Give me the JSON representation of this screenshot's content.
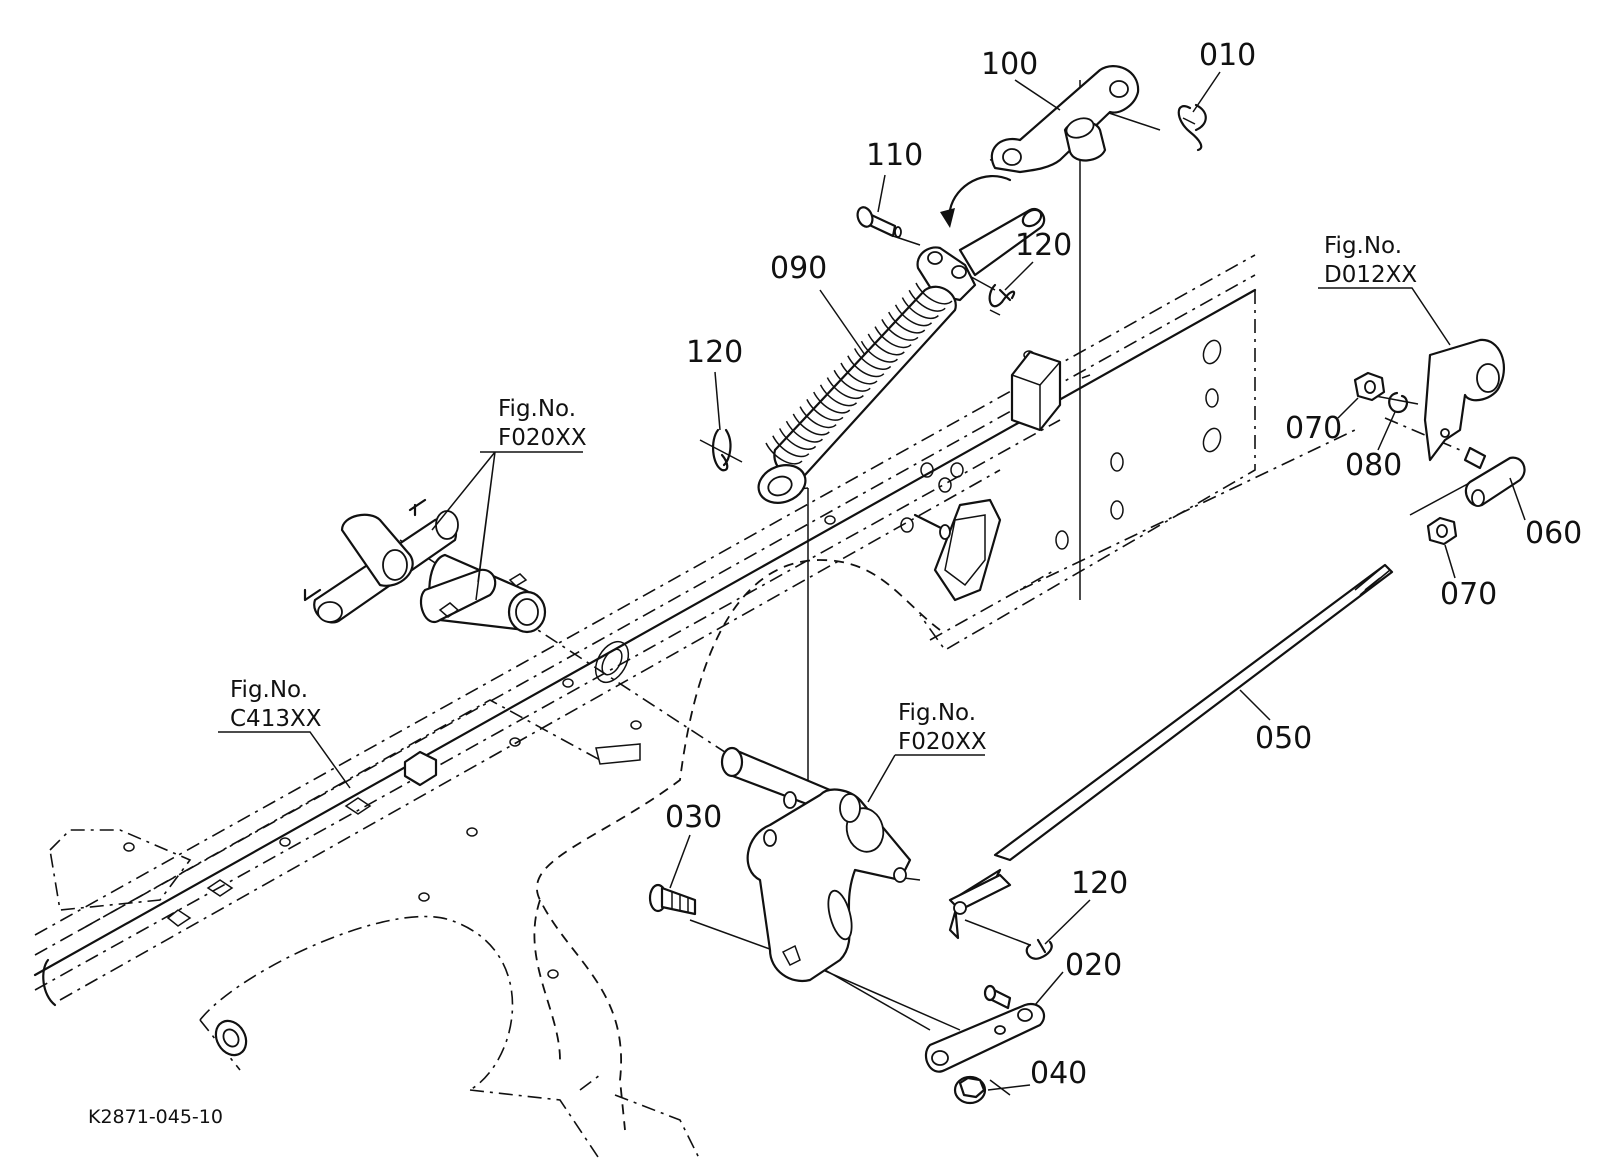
{
  "drawing_code": "K2871-045-10",
  "part_numbers": {
    "p010": "010",
    "p020": "020",
    "p030": "030",
    "p040": "040",
    "p050": "050",
    "p060": "060",
    "p070a": "070",
    "p070b": "070",
    "p080": "080",
    "p090": "090",
    "p100": "100",
    "p110": "110",
    "p120a": "120",
    "p120b": "120",
    "p120c": "120"
  },
  "figure_refs": [
    {
      "label": "Fig.No.",
      "code": "F020XX"
    },
    {
      "label": "Fig.No.",
      "code": "C413XX"
    },
    {
      "label": "Fig.No.",
      "code": "F020XX"
    },
    {
      "label": "Fig.No.",
      "code": "D012XX"
    }
  ]
}
